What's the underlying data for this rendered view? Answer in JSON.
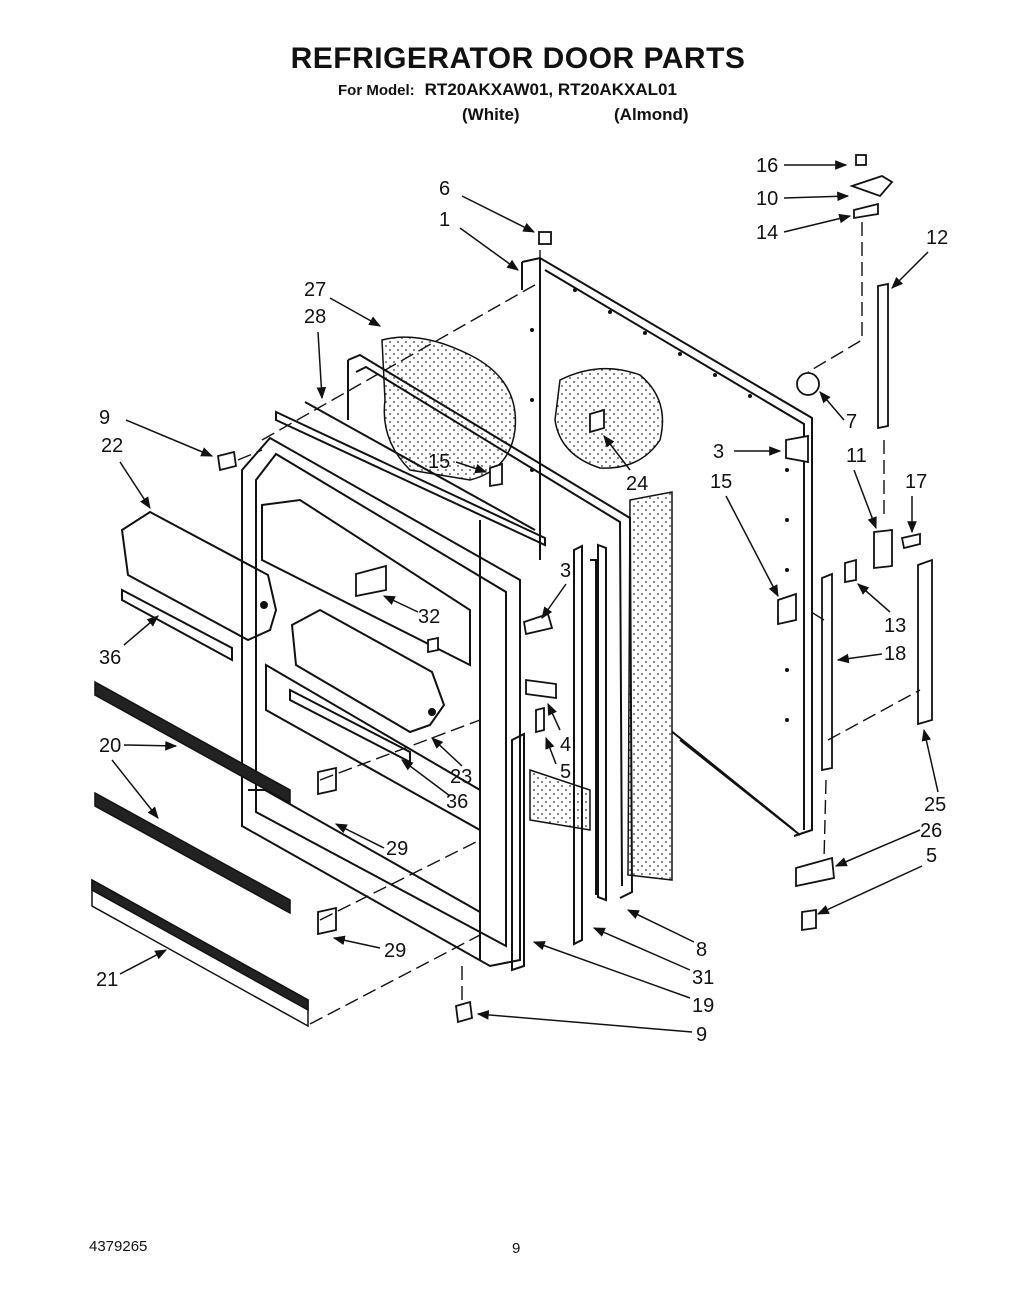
{
  "title": "REFRIGERATOR DOOR PARTS",
  "model": {
    "label": "For Model:",
    "numbers": "RT20AKXAW01, RT20AKXAL01",
    "variant_white": "(White)",
    "variant_almond": "(Almond)"
  },
  "callouts": [
    "16",
    "10",
    "14",
    "12",
    "6",
    "1",
    "27",
    "28",
    "7",
    "9",
    "22",
    "15",
    "24",
    "3",
    "15",
    "11",
    "17",
    "3",
    "32",
    "13",
    "18",
    "36",
    "4",
    "5",
    "20",
    "23",
    "36",
    "25",
    "26",
    "5",
    "29",
    "8",
    "29",
    "31",
    "21",
    "19",
    "9"
  ],
  "footer": {
    "doc_number": "4379265",
    "page": "9"
  }
}
